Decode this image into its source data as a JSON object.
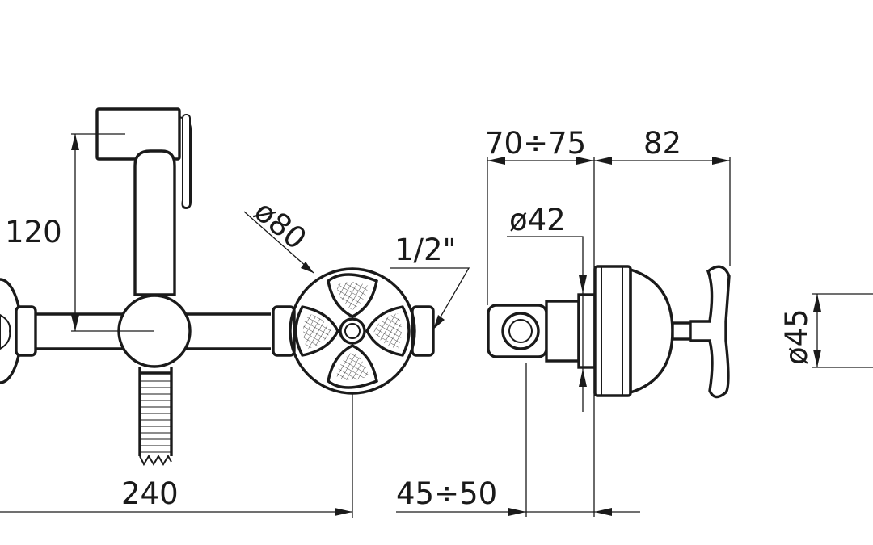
{
  "drawing": {
    "dimensions": {
      "height_120": "120",
      "dia_80": "ø80",
      "thread": "1/2\"",
      "depth_70_75": "70÷75",
      "depth_82": "82",
      "dia_42": "ø42",
      "dia_45": "ø45",
      "width_240": "240",
      "offset_45_50": "45÷50"
    },
    "line_color": "#1a1a1a",
    "background_color": "#ffffff"
  }
}
